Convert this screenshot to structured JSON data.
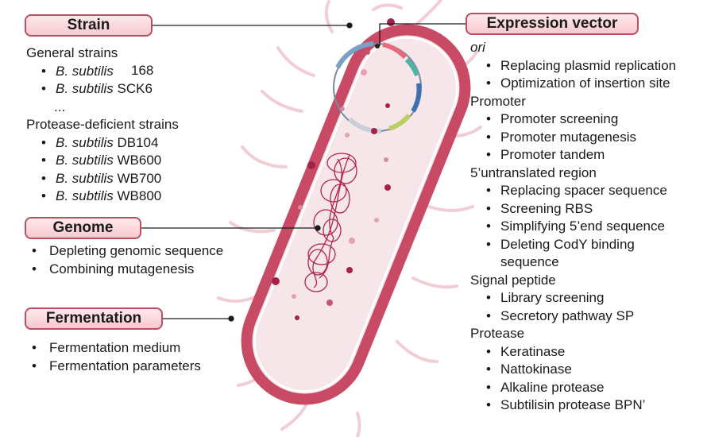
{
  "strain": {
    "title": "Strain",
    "general_header": "General strains",
    "general": [
      {
        "species": "B. subtilis",
        "strain": "168"
      },
      {
        "species": "B. subtilis",
        "strain": "SCK6"
      }
    ],
    "ellipsis": "...",
    "protease_header": "Protease-deficient strains",
    "protease": [
      {
        "species": "B. subtilis",
        "strain": "DB104"
      },
      {
        "species": "B. subtilis",
        "strain": "WB600"
      },
      {
        "species": "B. subtilis",
        "strain": "WB700"
      },
      {
        "species": "B. subtilis",
        "strain": "WB800"
      }
    ]
  },
  "genome": {
    "title": "Genome",
    "items": [
      "Depleting genomic sequence",
      "Combining mutagenesis"
    ]
  },
  "fermentation": {
    "title": "Fermentation",
    "items": [
      "Fermentation medium",
      "Fermentation parameters"
    ]
  },
  "vector": {
    "title": "Expression vector",
    "sections": [
      {
        "header": "ori",
        "items": [
          "Replacing plasmid replication",
          "Optimization of insertion site"
        ]
      },
      {
        "header": "Promoter",
        "items": [
          "Promoter screening",
          "Promoter mutagenesis",
          "Promoter tandem"
        ]
      },
      {
        "header": "5’untranslated region",
        "items": [
          "Replacing spacer sequence",
          "Screening RBS",
          "Simplifying 5’end sequence",
          "Deleting CodY binding",
          "sequence"
        ]
      },
      {
        "header": "Signal peptide",
        "items": [
          "Library screening",
          "Secretory pathway SP"
        ]
      },
      {
        "header": "Protease",
        "items": [
          "Keratinase",
          "Nattokinase",
          "Alkaline protease",
          "Subtilisin protease BPN’"
        ]
      }
    ]
  },
  "colors": {
    "cell_outline": "#c94a64",
    "cell_fill": "#f6e6ea",
    "box_border": "#b84f62",
    "dots": "#a3214a"
  }
}
